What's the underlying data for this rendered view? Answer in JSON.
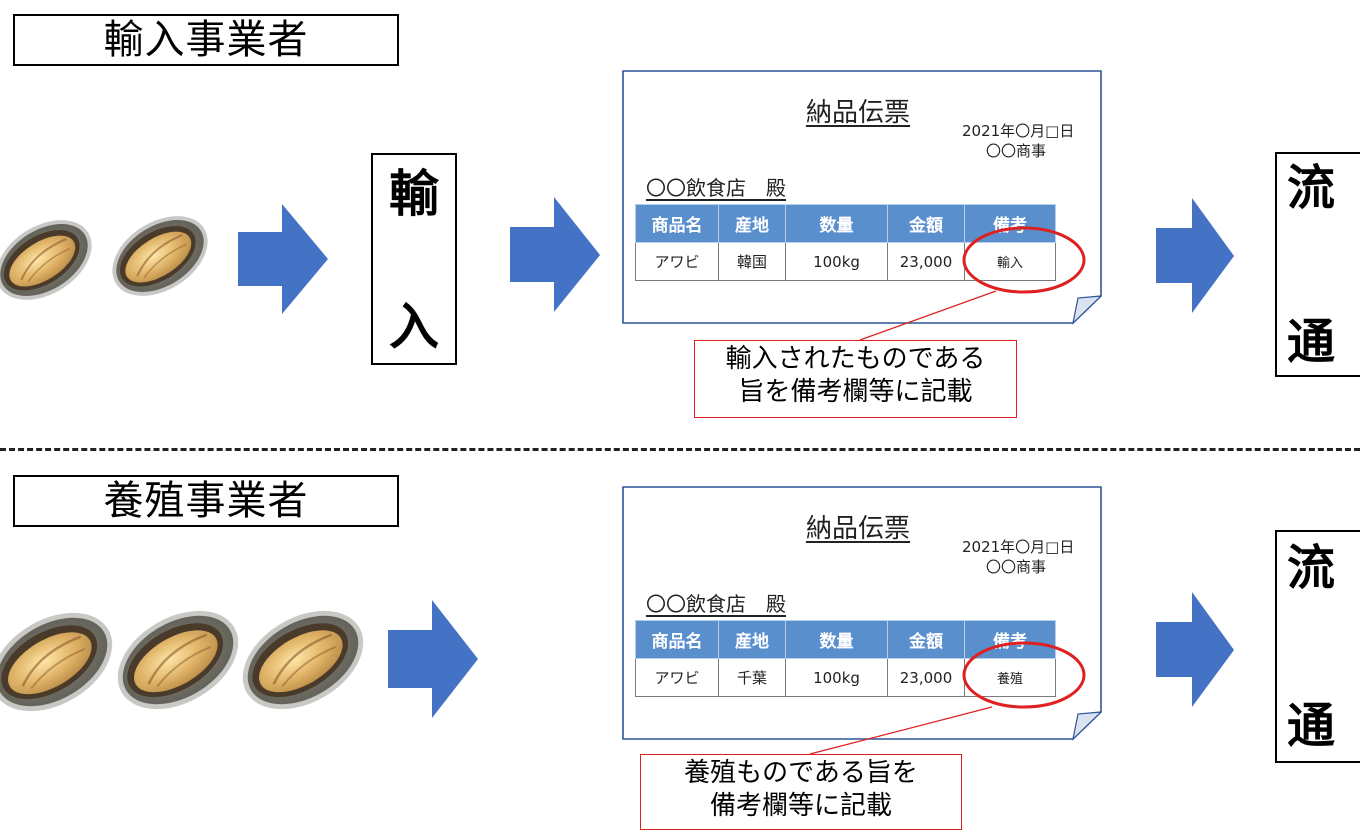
{
  "sections": {
    "import": {
      "title": "輸入事業者",
      "process_box": [
        "輸",
        "入"
      ],
      "distribution_box": [
        "流",
        "通"
      ],
      "invoice": {
        "title": "納品伝票",
        "date": "2021年〇月□日",
        "company": "〇〇商事",
        "recipient": "〇〇飲食店　殿",
        "headers": [
          "商品名",
          "産地",
          "数量",
          "金額",
          "備考"
        ],
        "row": [
          "アワビ",
          "韓国",
          "100kg",
          "23,000",
          "輸入"
        ]
      },
      "callout": [
        "輸入されたものである",
        "旨を備考欄等に記載"
      ]
    },
    "farming": {
      "title": "養殖事業者",
      "distribution_box": [
        "流",
        "通"
      ],
      "invoice": {
        "title": "納品伝票",
        "date": "2021年〇月□日",
        "company": "〇〇商事",
        "recipient": "〇〇飲食店　殿",
        "headers": [
          "商品名",
          "産地",
          "数量",
          "金額",
          "備考"
        ],
        "row": [
          "アワビ",
          "千葉",
          "100kg",
          "23,000",
          "養殖"
        ]
      },
      "callout": [
        "養殖ものである旨を",
        "備考欄等に記載"
      ]
    }
  },
  "colors": {
    "arrow_blue": "#4472c4",
    "table_header_blue": "#5a8fce",
    "highlight_red": "#e02020",
    "paper_border": "#2f5597"
  },
  "icons": [
    "abalone-icon",
    "right-arrow-icon",
    "document-icon"
  ]
}
